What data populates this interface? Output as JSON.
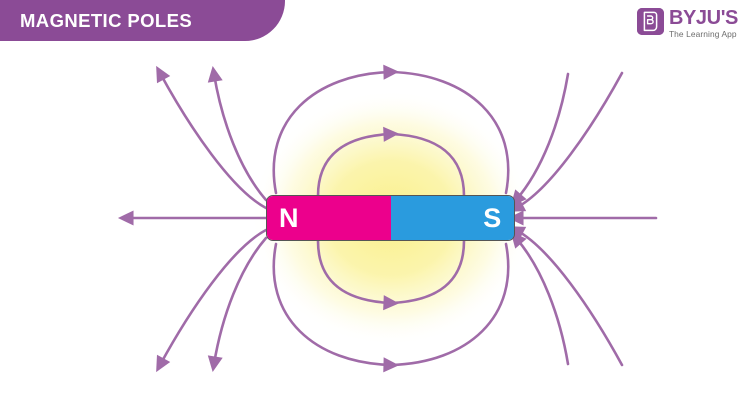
{
  "banner": {
    "title": "MAGNETIC POLES",
    "bg_color": "#8B4B96",
    "text_color": "#FFFFFF"
  },
  "logo": {
    "mark_letter": "B",
    "wordmark": "BYJU'S",
    "tagline": "The Learning App",
    "brand_color": "#8B4B96",
    "tagline_color": "#6D6D6D"
  },
  "figure": {
    "name": "bar-magnet-field-lines-diagram",
    "background": "#FFFFFF",
    "field_line_color": "#A06BA8",
    "glow_color": "#FAF39B",
    "magnet": {
      "north": {
        "label": "N",
        "color": "#EC008C"
      },
      "south": {
        "label": "S",
        "color": "#2A9BDE"
      },
      "outline_color": "#555555"
    },
    "field_lines_count": 16,
    "arrow_directions": {
      "top_loops": "left-to-right (N to S) over the magnet",
      "bottom_loops": "left-to-right (N to S) under the magnet",
      "left_side": "outward from N pole",
      "right_side": "inward toward S pole",
      "horizontal_axis": "leftward (N out, S in)"
    }
  }
}
